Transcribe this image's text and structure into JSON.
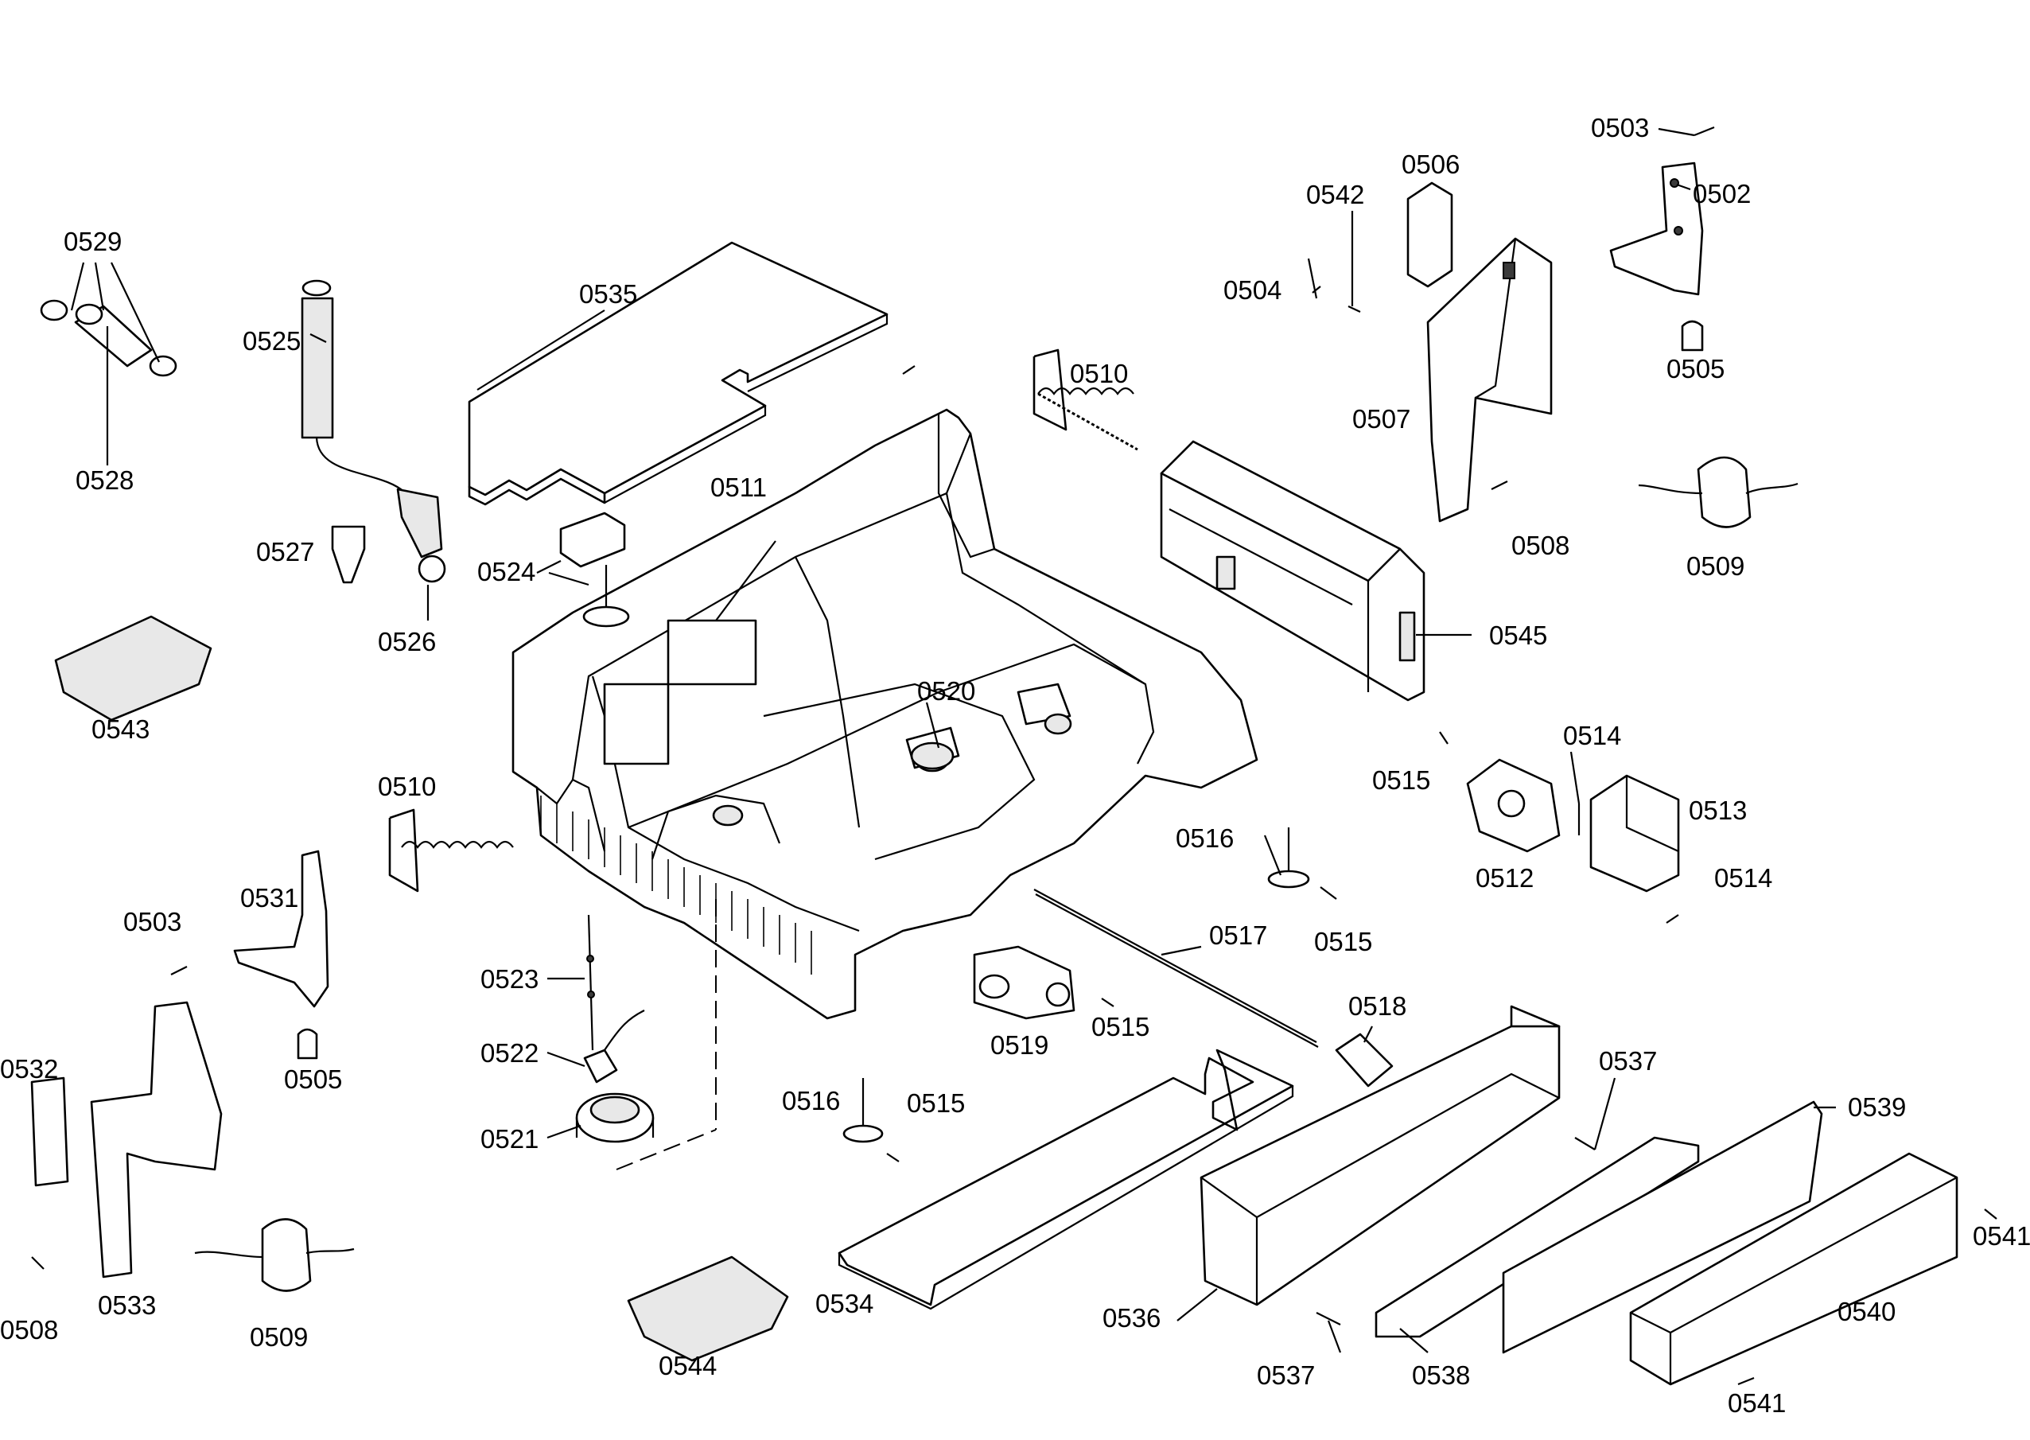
{
  "labels": {
    "l0503a": "0503",
    "l0502": "0502",
    "l0506": "0506",
    "l0542": "0542",
    "l0504": "0504",
    "l0505a": "0505",
    "l0507": "0507",
    "l0508a": "0508",
    "l0509a": "0509",
    "l0545": "0545",
    "l0510a": "0510",
    "l0511": "0511",
    "l0535": "0535",
    "l0529": "0529",
    "l0525": "0525",
    "l0528": "0528",
    "l0527": "0527",
    "l0526": "0526",
    "l0524": "0524",
    "l0543": "0543",
    "l0520": "0520",
    "l0515a": "0515",
    "l0514a": "0514",
    "l0513": "0513",
    "l0512": "0512",
    "l0514b": "0514",
    "l0516a": "0516",
    "l0515b": "0515",
    "l0517": "0517",
    "l0510b": "0510",
    "l0531": "0531",
    "l0503b": "0503",
    "l0505b": "0505",
    "l0532": "0532",
    "l0533": "0533",
    "l0508b": "0508",
    "l0509b": "0509",
    "l0523": "0523",
    "l0522": "0522",
    "l0521": "0521",
    "l0519": "0519",
    "l0515c": "0515",
    "l0518": "0518",
    "l0516b": "0516",
    "l0515d": "0515",
    "l0537a": "0537",
    "l0539": "0539",
    "l0534": "0534",
    "l0536": "0536",
    "l0544": "0544",
    "l0541a": "0541",
    "l0540": "0540",
    "l0537b": "0537",
    "l0538": "0538",
    "l0541b": "0541"
  }
}
